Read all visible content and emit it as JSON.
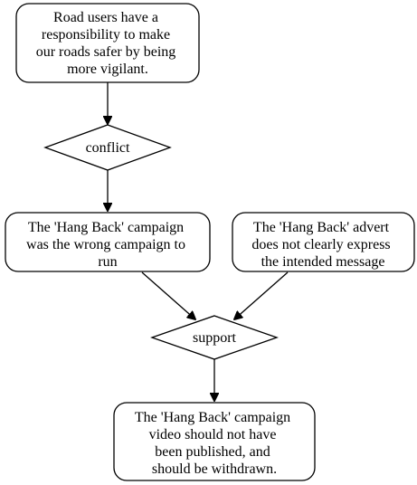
{
  "diagram": {
    "nodes": {
      "claim_vigilant": {
        "shape": "rounded-box",
        "lines": [
          "Road users have a",
          "responsibility to make",
          "our roads safer by being",
          "more vigilant."
        ]
      },
      "conflict": {
        "shape": "diamond",
        "fill": "#ee3030",
        "lines": [
          "conflict"
        ]
      },
      "claim_wrong_campaign": {
        "shape": "rounded-box",
        "lines": [
          "The 'Hang Back' campaign",
          "was the wrong campaign to",
          "run"
        ]
      },
      "claim_not_clear": {
        "shape": "rounded-box",
        "lines": [
          "The 'Hang Back' advert",
          "does not clearly express",
          "the intended message"
        ]
      },
      "support": {
        "shape": "diamond",
        "fill": "#a0cc5a",
        "lines": [
          "support"
        ]
      },
      "claim_withdrawn": {
        "shape": "rounded-box",
        "lines": [
          "The 'Hang Back' campaign",
          "video should not have",
          "been published, and",
          "should be withdrawn."
        ]
      }
    },
    "edges": [
      {
        "from": "claim_vigilant",
        "to": "conflict"
      },
      {
        "from": "conflict",
        "to": "claim_wrong_campaign"
      },
      {
        "from": "claim_wrong_campaign",
        "to": "support"
      },
      {
        "from": "claim_not_clear",
        "to": "support"
      },
      {
        "from": "support",
        "to": "claim_withdrawn"
      }
    ]
  }
}
